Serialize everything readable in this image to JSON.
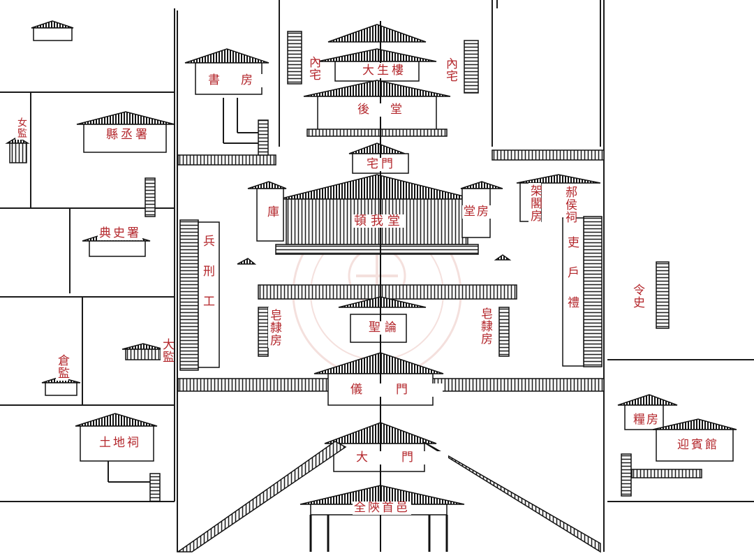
{
  "map": {
    "colors": {
      "ink": "#1a1a1a",
      "label": "#b3262b",
      "paper": "#ffffff",
      "watermark": "#e8b3ac"
    },
    "buildings": {
      "da_sheng_lou": "大生樓",
      "hou_tang": "後堂",
      "zhai_men": "宅門",
      "dun_wo_tang": "頓我堂",
      "sheng_lun": "聖論",
      "yi_men": "儀門",
      "da_men": "大門",
      "quan_shan_shou_yi": "全陝首邑",
      "nei_zhai_left": "內宅",
      "nei_zhai_right": "內宅",
      "shu_fang": "書房",
      "xian_cheng_shu": "縣丞署",
      "dian_shi_shu": "典史署",
      "ku": "庫",
      "tang_fang": "堂房",
      "jia_ge_fang": "架閣房",
      "bang_hou_ci": "郝侯祠",
      "bing_xing_gong": "兵刑工",
      "li_hu_li": "吏戶禮",
      "zao_li_fang_left": "皂隸房",
      "zao_li_fang_right": "皂隸房",
      "da_jian": "大監",
      "cang_jian": "倉監",
      "nv_jian": "女監",
      "ling_shi": "令史",
      "tu_di_ci": "土地祠",
      "liang_fang": "糧房",
      "ying_bin_guan": "迎賓館"
    }
  }
}
